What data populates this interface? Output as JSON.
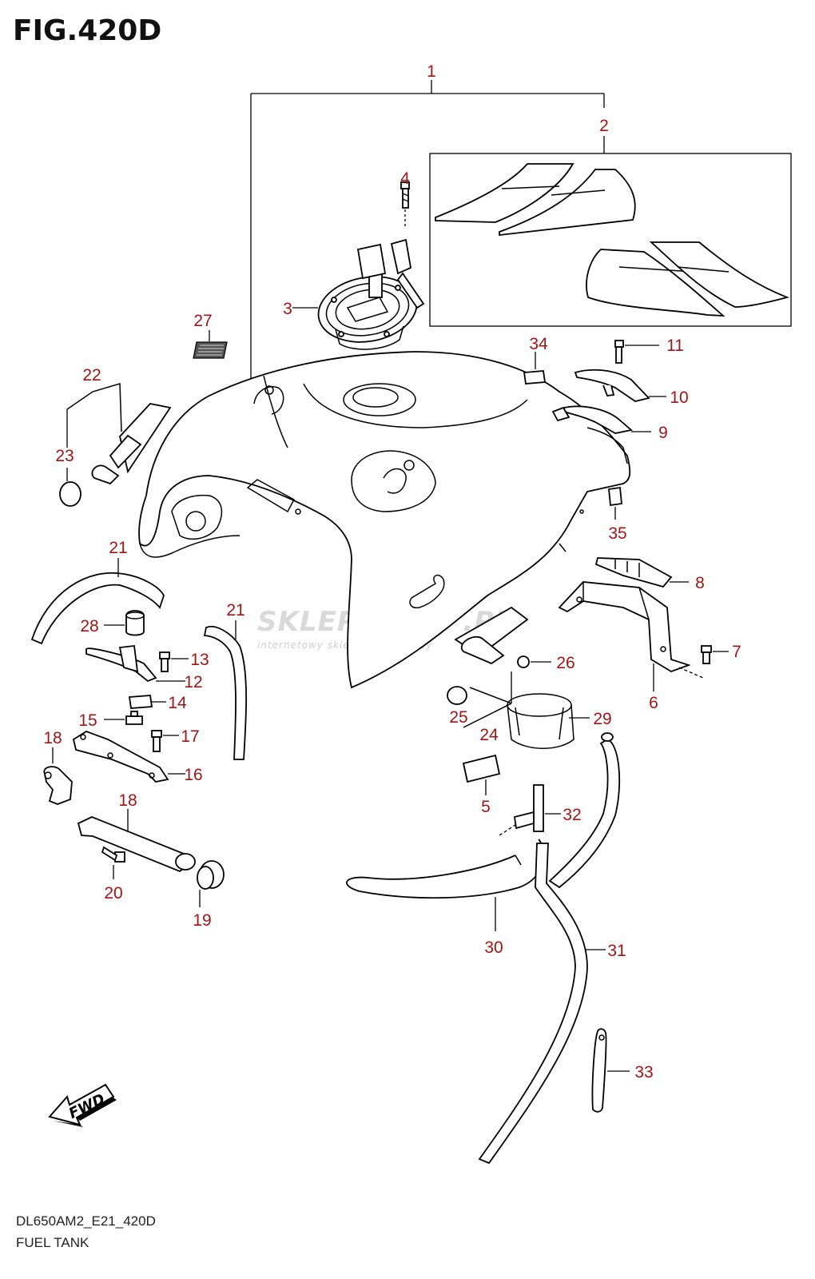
{
  "figure": {
    "title": "FIG.420D",
    "code": "DL650AM2_E21_420D",
    "name": "FUEL TANK"
  },
  "watermark": {
    "brand": "SKLEPMOTO .PL",
    "subtitle": "internetowy sklep motocyklowy"
  },
  "direction_marker": "FWD",
  "callouts": [
    {
      "id": "c1",
      "label": "1"
    },
    {
      "id": "c2",
      "label": "2"
    },
    {
      "id": "c3",
      "label": "3"
    },
    {
      "id": "c4",
      "label": "4"
    },
    {
      "id": "c5",
      "label": "5"
    },
    {
      "id": "c6",
      "label": "6"
    },
    {
      "id": "c7",
      "label": "7"
    },
    {
      "id": "c8",
      "label": "8"
    },
    {
      "id": "c9",
      "label": "9"
    },
    {
      "id": "c10",
      "label": "10"
    },
    {
      "id": "c11",
      "label": "11"
    },
    {
      "id": "c12",
      "label": "12"
    },
    {
      "id": "c13",
      "label": "13"
    },
    {
      "id": "c14",
      "label": "14"
    },
    {
      "id": "c15",
      "label": "15"
    },
    {
      "id": "c16",
      "label": "16"
    },
    {
      "id": "c17",
      "label": "17"
    },
    {
      "id": "c18a",
      "label": "18"
    },
    {
      "id": "c18b",
      "label": "18"
    },
    {
      "id": "c19",
      "label": "19"
    },
    {
      "id": "c20",
      "label": "20"
    },
    {
      "id": "c21a",
      "label": "21"
    },
    {
      "id": "c21b",
      "label": "21"
    },
    {
      "id": "c22",
      "label": "22"
    },
    {
      "id": "c23",
      "label": "23"
    },
    {
      "id": "c24",
      "label": "24"
    },
    {
      "id": "c25",
      "label": "25"
    },
    {
      "id": "c26",
      "label": "26"
    },
    {
      "id": "c27",
      "label": "27"
    },
    {
      "id": "c28",
      "label": "28"
    },
    {
      "id": "c29",
      "label": "29"
    },
    {
      "id": "c30",
      "label": "30"
    },
    {
      "id": "c31",
      "label": "31"
    },
    {
      "id": "c32",
      "label": "32"
    },
    {
      "id": "c33",
      "label": "33"
    },
    {
      "id": "c34",
      "label": "34"
    },
    {
      "id": "c35",
      "label": "35"
    }
  ],
  "colors": {
    "callout_text": "#a31515",
    "line": "#000000",
    "watermark": "#d9d9d9",
    "watermark_accent": "#e06060"
  }
}
